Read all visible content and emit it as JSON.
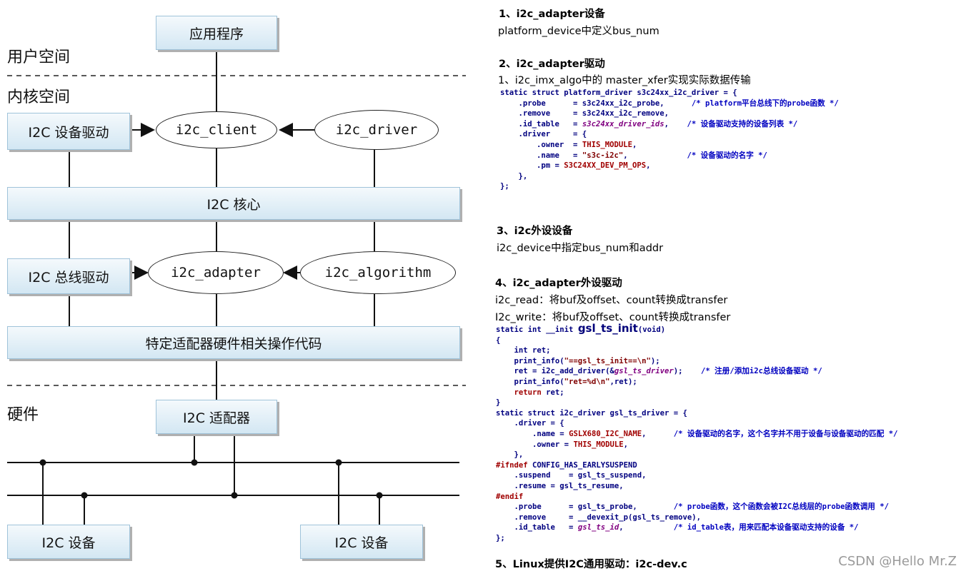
{
  "diagram": {
    "zones": {
      "user_space": "用户空间",
      "kernel_space": "内核空间",
      "hardware": "硬件"
    },
    "boxes": {
      "app": "应用程序",
      "i2c_device_driver": "I2C 设备驱动",
      "i2c_core": "I2C 核心",
      "i2c_bus_driver": "I2C 总线驱动",
      "adapter_hw_code": "特定适配器硬件相关操作代码",
      "i2c_adapter_hw": "I2C 适配器",
      "i2c_device_1": "I2C 设备",
      "i2c_device_2": "I2C 设备"
    },
    "ellipses": {
      "i2c_client": "i2c_client",
      "i2c_driver": "i2c_driver",
      "i2c_adapter": "i2c_adapter",
      "i2c_algorithm": "i2c_algorithm"
    }
  },
  "notes": {
    "s1_title": "1、i2c_adapter设备",
    "s1_text": "platform_device中定义bus_num",
    "s2_title": "2、i2c_adapter驱动",
    "s2_text": "1、i2c_imx_algo中的 master_xfer实现实际数据传输",
    "s3_title": "3、i2c外设设备",
    "s3_text": "i2c_device中指定bus_num和addr",
    "s4_title": "4、i2c_adapter外设驱动",
    "s4_text1": "i2c_read：将buf及offset、count转换成transfer",
    "s4_text2": "I2c_write：将buf及offset、count转换成transfer",
    "s5_title": "5、Linux提供I2C通用驱动：i2c-dev.c"
  },
  "watermark": "CSDN @Hello Mr.Z"
}
